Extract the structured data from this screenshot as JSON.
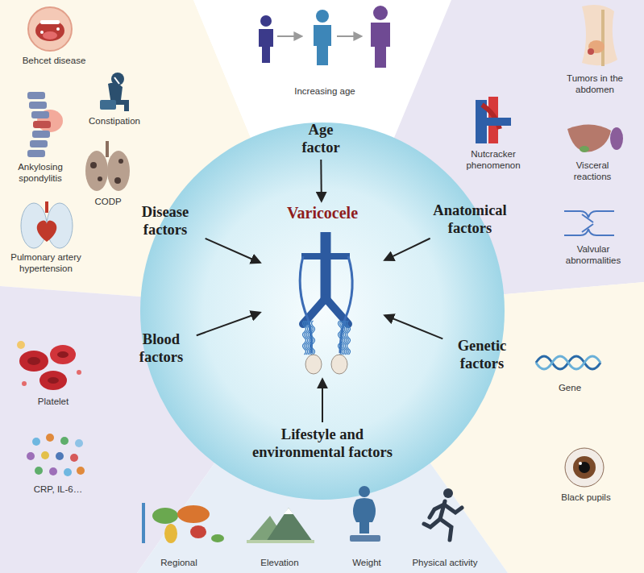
{
  "diagram": {
    "nodes": [
      {
        "text": [
          "Age factor"
        ]
      },
      {
        "text": [
          "Disease factors"
        ]
      },
      {
        "text": [
          "Varicocele"
        ]
      },
      {
        "text": [
          "Anatomical factors"
        ]
      },
      {
        "text": [
          "Blood factors"
        ]
      },
      {
        "text": [
          "Genetic factors"
        ]
      },
      {
        "text": [
          "Lifestyle and environmental factors"
        ]
      }
    ],
    "edges": [
      {
        "from": 0,
        "to": 2,
        "arrow": "to"
      },
      {
        "from": 1,
        "to": 2,
        "arrow": "to"
      },
      {
        "from": 3,
        "to": 2,
        "arrow": "to"
      },
      {
        "from": 4,
        "to": 2,
        "arrow": "to"
      },
      {
        "from": 5,
        "to": 2,
        "arrow": "to"
      },
      {
        "from": 6,
        "to": 2,
        "arrow": "to"
      }
    ],
    "labels": [
      "Increasing age",
      "Behcet disease",
      "Constipation",
      "Ankylosing spondylitis",
      "CODP",
      "Pulmonary artery hypertension",
      "Tumors in the abdomen",
      "Nutcracker phenomenon",
      "Visceral reactions",
      "Valvular abnormalities",
      "Platelet",
      "CRP, IL-6…",
      "Gene",
      "Black pupils",
      "Regional",
      "Elevation",
      "Weight",
      "Physical activity"
    ]
  }
}
